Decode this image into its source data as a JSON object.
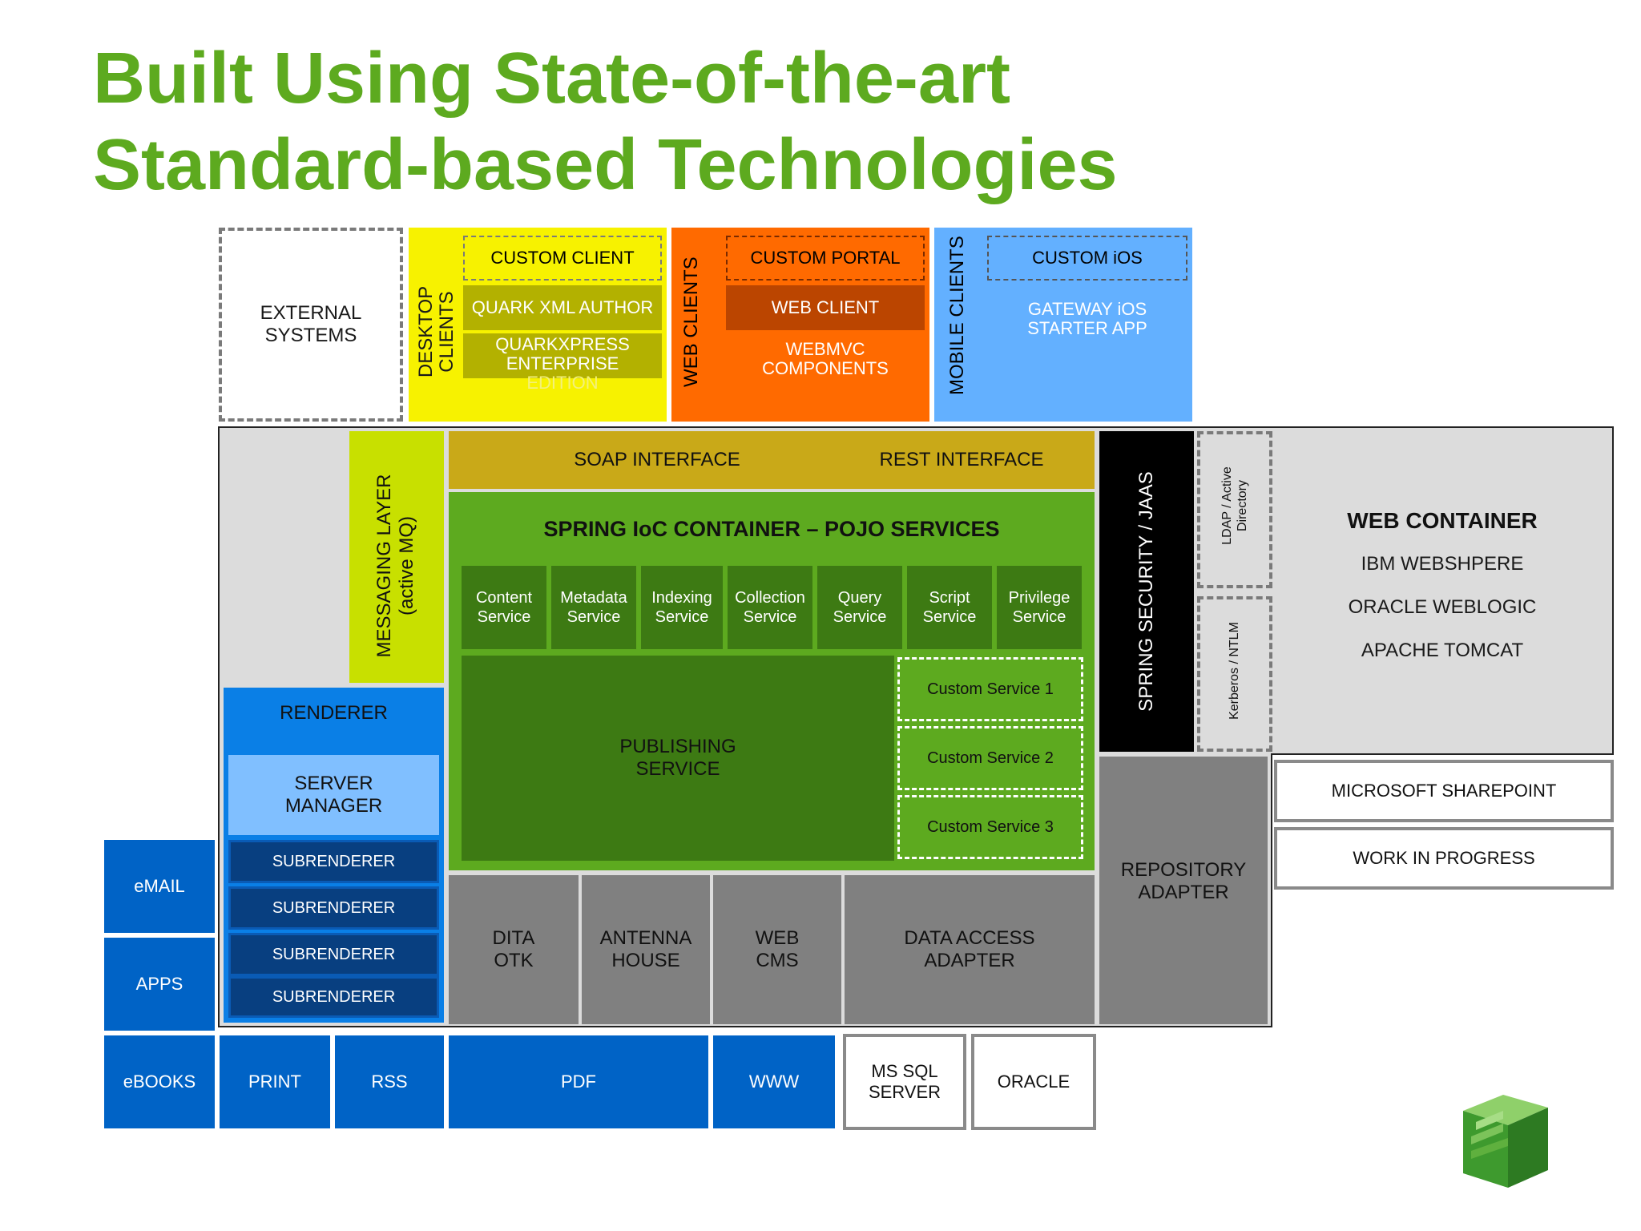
{
  "title": {
    "line1": "Built Using State-of-the-art",
    "line2": "Standard-based Technologies"
  },
  "external": {
    "line1": "EXTERNAL",
    "line2": "SYSTEMS"
  },
  "desktop": {
    "vertical_line1": "DESKTOP",
    "vertical_line2": "CLIENTS",
    "custom": "CUSTOM CLIENT",
    "quark_author": "QUARK XML AUTHOR",
    "quarkxpress_1": "QUARKXPRESS",
    "quarkxpress_2": "ENTERPRISE",
    "quarkxpress_3": "EDITION"
  },
  "web_clients": {
    "vertical": "WEB CLIENTS",
    "custom": "CUSTOM PORTAL",
    "web_client": "WEB CLIENT",
    "webmvc_1": "WEBMVC",
    "webmvc_2": "COMPONENTS"
  },
  "mobile": {
    "vertical": "MOBILE CLIENTS",
    "custom": "CUSTOM iOS",
    "gateway_1": "GATEWAY iOS",
    "gateway_2": "STARTER APP"
  },
  "messaging": {
    "line1": "MESSAGING LAYER",
    "line2": "(active MQ)"
  },
  "interfaces": {
    "soap": "SOAP INTERFACE",
    "rest": "REST INTERFACE"
  },
  "spring": {
    "title": "SPRING IoC CONTAINER – POJO SERVICES",
    "services": [
      {
        "l1": "Content",
        "l2": "Service"
      },
      {
        "l1": "Metadata",
        "l2": "Service"
      },
      {
        "l1": "Indexing",
        "l2": "Service"
      },
      {
        "l1": "Collection",
        "l2": "Service"
      },
      {
        "l1": "Query",
        "l2": "Service"
      },
      {
        "l1": "Script",
        "l2": "Service"
      },
      {
        "l1": "Privilege",
        "l2": "Service"
      }
    ],
    "publishing_1": "PUBLISHING",
    "publishing_2": "SERVICE",
    "custom1": "Custom Service 1",
    "custom2": "Custom Service 2",
    "custom3": "Custom Service 3"
  },
  "security": {
    "spring": "SPRING SECURITY / JAAS",
    "ldap_1": "LDAP / Active",
    "ldap_2": "Directory",
    "kerberos": "Kerberos / NTLM"
  },
  "web_container": {
    "title": "WEB CONTAINER",
    "items": [
      "IBM WEBSHPERE",
      "ORACLE WEBLOGIC",
      "APACHE TOMCAT"
    ]
  },
  "sharepoint": "MICROSOFT SHAREPOINT",
  "wip": "WORK IN PROGRESS",
  "renderer": {
    "title": "RENDERER",
    "server_1": "SERVER",
    "server_2": "MANAGER",
    "sub": [
      "SUBRENDERER",
      "SUBRENDERER",
      "SUBRENDERER",
      "SUBRENDERER"
    ]
  },
  "adapters": {
    "dita_1": "DITA",
    "dita_2": "OTK",
    "antenna_1": "ANTENNA",
    "antenna_2": "HOUSE",
    "webcms_1": "WEB",
    "webcms_2": "CMS",
    "data_1": "DATA ACCESS",
    "data_2": "ADAPTER",
    "repo_1": "REPOSITORY",
    "repo_2": "ADAPTER"
  },
  "outputs": {
    "email": "eMAIL",
    "apps": "APPS",
    "ebooks": "eBOOKS",
    "print": "PRINT",
    "rss": "RSS",
    "pdf": "PDF",
    "www": "WWW"
  },
  "databases": {
    "mssql_1": "MS SQL",
    "mssql_2": "SERVER",
    "oracle": "ORACLE"
  },
  "colors": {
    "title_green": "#5daa1f",
    "desktop_yellow": "#f7f200",
    "web_orange": "#ff6a00",
    "mobile_blue": "#63b0ff",
    "spring_green": "#5daa1f",
    "renderer_blue": "#0a7fe6",
    "output_blue": "#0063c6"
  }
}
